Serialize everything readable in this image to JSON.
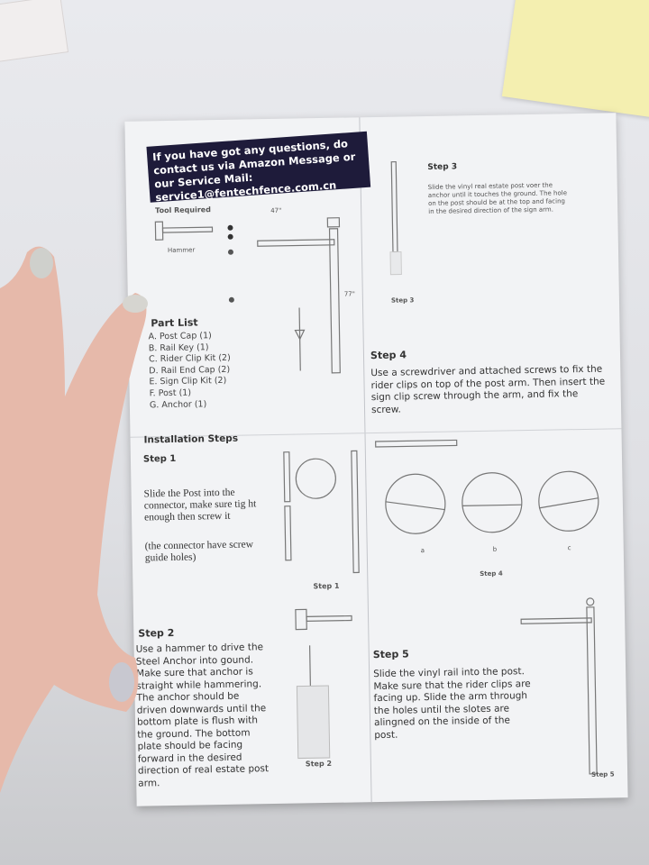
{
  "header": {
    "contact": "If you have got any questions, do contact us via Amazon Message or our Service Mail: service1@fentechfence.com.cn"
  },
  "tools": {
    "title": "Tool Required",
    "hammer": "Hammer"
  },
  "diagram": {
    "width_label": "47\"",
    "height_label": "77\""
  },
  "parts": {
    "title": "Part List",
    "items": [
      "A. Post Cap (1)",
      "B. Rail Key (1)",
      "C. Rider Clip Kit (2)",
      "D. Rail End Cap (2)",
      "E. Sign Clip Kit (2)",
      "F. Post (1)",
      "G. Anchor (1)"
    ]
  },
  "installation_title": "Installation Steps",
  "step1": {
    "title": "Step 1",
    "text": "Slide the Post into the connector, make sure tig ht enough then screw it",
    "note": "(the connector have screw guide holes)",
    "caption": "Step 1"
  },
  "step2": {
    "title": "Step 2",
    "text": "Use a hammer to drive the Steel Anchor into gound. Make sure that anchor is straight while hammering. The anchor should be driven downwards until the bottom plate is flush with the ground. The bottom plate should be facing forward in the desired direction of real estate post arm.",
    "caption": "Step 2"
  },
  "step3": {
    "title": "Step 3",
    "text": "Slide the vinyl real estate post voer the anchor until it touches the ground. The hole on the post should be at the top and facing in the desired direction of the sign arm.",
    "caption": "Step 3"
  },
  "step4": {
    "title": "Step 4",
    "text": "Use a screwdriver and attached screws to fix the rider clips on top of the post arm. Then insert the sign clip screw through the arm, and fix the screw.",
    "labels": [
      "a",
      "b",
      "c"
    ],
    "caption": "Step 4"
  },
  "step5": {
    "title": "Step 5",
    "text": "Slide the vinyl rail into the post. Make sure that the rider clips are facing up. Slide the arm through the holes until the slotes are alingned on the inside of the post.",
    "caption": "Step 5"
  }
}
